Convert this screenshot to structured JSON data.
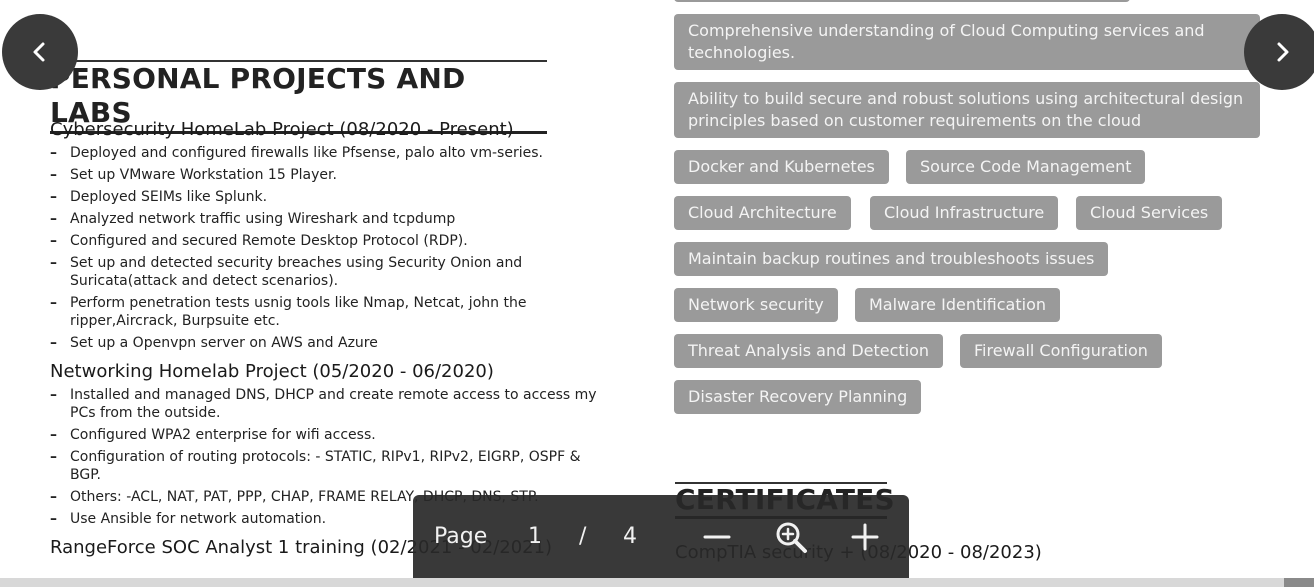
{
  "projects_section": {
    "heading": "PERSONAL PROJECTS AND LABS",
    "projects": [
      {
        "title": "Cybersecurity HomeLab Project (08/2020 - Present)",
        "bullets": [
          "Deployed and configured firewalls like Pfsense, palo alto vm-series.",
          "Set up VMware Workstation 15 Player.",
          "Deployed SEIMs like Splunk.",
          "Analyzed network traffic using Wireshark and tcpdump",
          "Configured and secured Remote Desktop Protocol (RDP).",
          "Set up and detected security breaches using Security Onion and Suricata(attack and detect scenarios).",
          "Perform penetration tests usnig tools like Nmap, Netcat, john the ripper,Aircrack, Burpsuite etc.",
          "Set up a Openvpn server on AWS and Azure"
        ]
      },
      {
        "title": "Networking Homelab Project (05/2020 - 06/2020)",
        "bullets": [
          "Installed and managed DNS, DHCP and create remote access to access my PCs from the outside.",
          "Configured WPA2 enterprise for wifi access.",
          "Configuration of routing protocols: - STATIC, RIPv1, RIPv2, EIGRP, OSPF & BGP.",
          "Others: -ACL, NAT, PAT, PPP, CHAP, FRAME RELAY, DHCP, DNS, STP.",
          "Use Ansible for network automation."
        ]
      },
      {
        "title": "RangeForce SOC Analyst 1 training (02/2021 - 02/2021)",
        "bullets": []
      }
    ]
  },
  "skills": [
    "Comprehensive understanding of Cloud Computing services and technologies.",
    "Ability to build secure and robust solutions using architectural design principles based on customer requirements on the cloud",
    "Docker and Kubernetes",
    "Source Code Management",
    "Cloud Architecture",
    "Cloud Infrastructure",
    "Cloud Services",
    "Maintain backup routines and troubleshoots issues",
    "Network security",
    "Malware Identification",
    "Threat Analysis and Detection",
    "Firewall Configuration",
    "Disaster Recovery Planning"
  ],
  "certificates_section": {
    "heading": "CERTIFICATES",
    "items": [
      "CompTIA security + (08/2020 - 08/2023)"
    ]
  },
  "viewer": {
    "page_label": "Page",
    "current_page": "1",
    "separator": "/",
    "total_pages": "4"
  },
  "icons": {
    "prev": "chevron-left-icon",
    "next": "chevron-right-icon",
    "zoom_out": "minus-icon",
    "zoom": "magnifier-plus-icon",
    "zoom_in": "plus-icon"
  },
  "colors": {
    "tag_bg": "#9a9a9a",
    "tag_text": "#f4f4f4",
    "toolbar_bg": "#282828",
    "nav_bg": "#3a3a3a"
  }
}
